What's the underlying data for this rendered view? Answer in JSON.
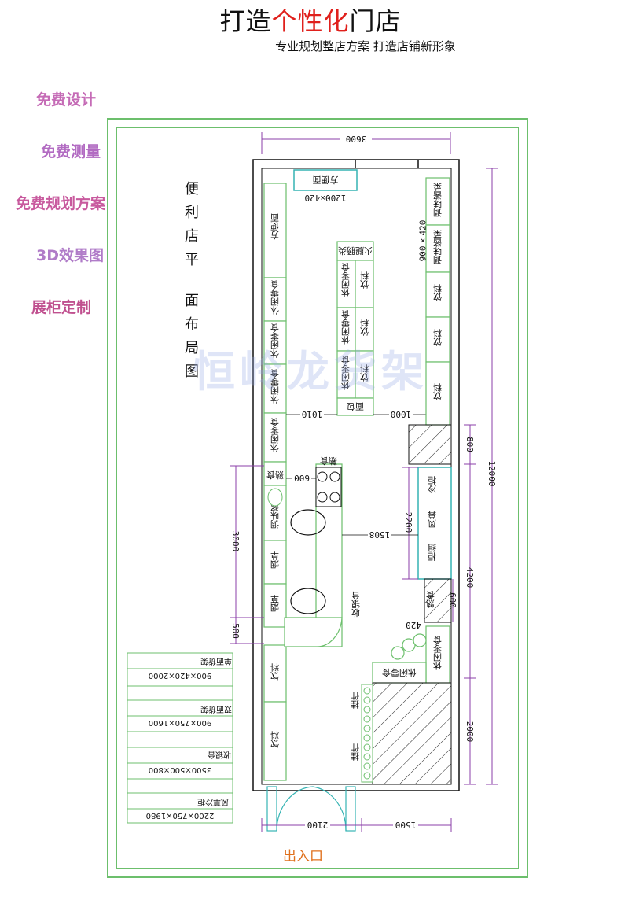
{
  "header": {
    "title_a": "打造",
    "title_b": "个性化",
    "title_c": "门店",
    "subtitle": "专业规划整店方案  打造店铺新形象"
  },
  "services": [
    {
      "label": "免费设计",
      "color": "#c56bb6"
    },
    {
      "label": "免费测量",
      "color": "#b26bc2"
    },
    {
      "label": "免费规划方案",
      "color": "#c85a9e"
    },
    {
      "label": "3D效果图",
      "color": "#b07cc8"
    },
    {
      "label": "展柜定制",
      "color": "#c0508f"
    }
  ],
  "plan_title": [
    "便",
    "利",
    "店",
    "平",
    "面",
    "布",
    "局",
    "图"
  ],
  "watermark": "恒岭龙货架",
  "entrance": "出入口",
  "dimensions": {
    "top_width": "3600",
    "depth": "12000",
    "aisle_left": "1010",
    "aisle_right": "1000",
    "left_run": "3000",
    "left_small": "500",
    "to_island": "600",
    "counter_gap": "1508",
    "cooler_len": "2200",
    "cooler_zone": "4200",
    "corner": "800",
    "bottom_zone": "2000",
    "counter_w": "420",
    "cooler_small": "600",
    "door": "2100",
    "bottom_right": "1500",
    "noodle_top_size": "1200×420",
    "right_top_size": "900×420"
  },
  "fixtures": {
    "top_noodle": "方便面",
    "left_wall": [
      "方便面",
      "休闲零食",
      "休闲零食",
      "休闲零食",
      "休闲零食",
      "熟食",
      "调味酱菜",
      "烟草",
      "烟草",
      "饮料",
      "饮料"
    ],
    "island_head": "火腿肠类",
    "island_top_left": "休闲零食",
    "island_top_right": "饮料",
    "island_mid_left": "休闲零食",
    "island_mid_right": "饮料",
    "island_bot_left": "休闲零食",
    "island_bot_right": "饮料",
    "island_foot": "面包",
    "right_wall": [
      "调味酱菜",
      "调味酱菜",
      "饮料",
      "饮料",
      "饮料"
    ],
    "cooler": [
      "冷柜",
      "风幕",
      "柜组"
    ],
    "cashier": "收银台",
    "hot_food": "熟食",
    "snack_cab": "休闲零食",
    "snack_counter": "休闲零食",
    "hanging": [
      "挂件",
      "挂件"
    ]
  },
  "specs": [
    {
      "name": "单面货架",
      "size": "900×420×2000"
    },
    {
      "name": "双面货架",
      "size": "900×750×1600"
    },
    {
      "name": "收银台",
      "size": "3500×500×800"
    },
    {
      "name": "风幕冷柜",
      "size": "2200×750×1980"
    }
  ],
  "colors": {
    "accent_red": "#e0201c",
    "plan_green": "#6cbf6c",
    "dim_purple": "#8b3fa8",
    "wall": "#111111"
  }
}
